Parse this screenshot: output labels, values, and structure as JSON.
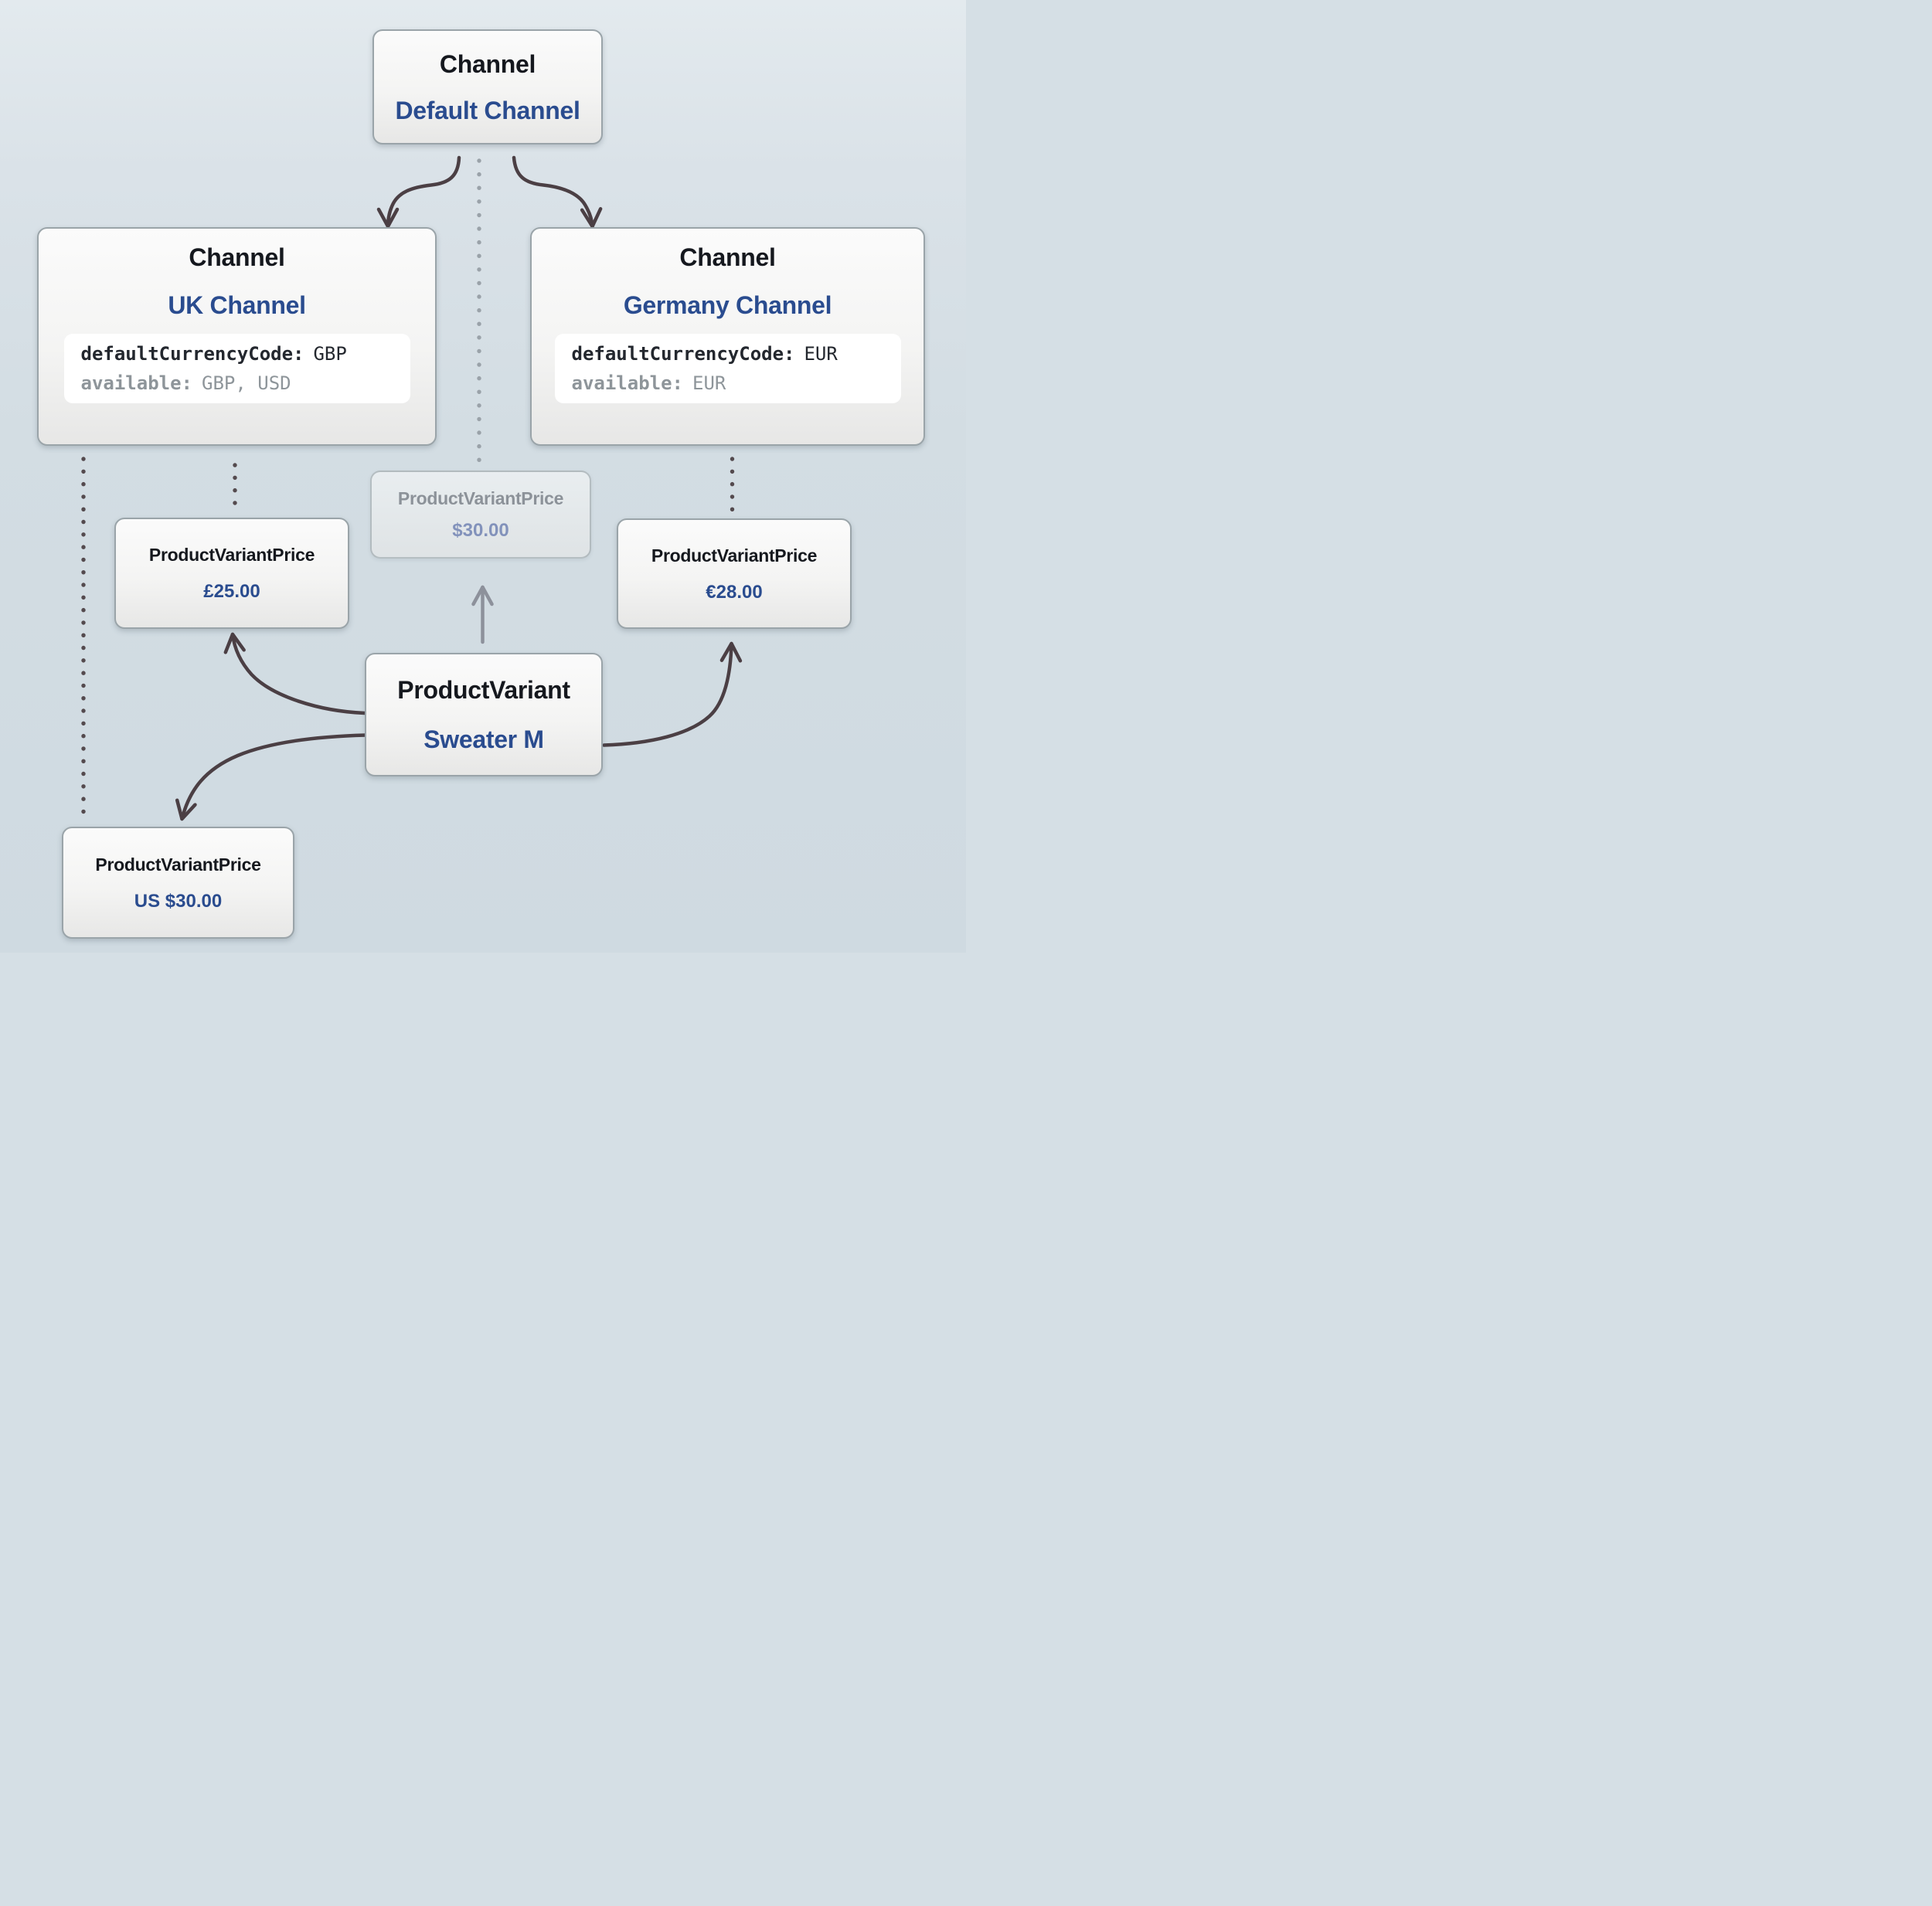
{
  "nodes": {
    "default_channel": {
      "type_label": "Channel",
      "name": "Default Channel"
    },
    "uk_channel": {
      "type_label": "Channel",
      "name": "UK Channel",
      "props": {
        "primary_key": "defaultCurrencyCode:",
        "primary_value": "GBP",
        "secondary_key": "available:",
        "secondary_value": "GBP, USD"
      }
    },
    "germany_channel": {
      "type_label": "Channel",
      "name": "Germany Channel",
      "props": {
        "primary_key": "defaultCurrencyCode:",
        "primary_value": "EUR",
        "secondary_key": "available:",
        "secondary_value": "EUR"
      }
    },
    "default_price": {
      "type_label": "ProductVariantPrice",
      "value": "$30.00"
    },
    "uk_price": {
      "type_label": "ProductVariantPrice",
      "value": "£25.00"
    },
    "germany_price": {
      "type_label": "ProductVariantPrice",
      "value": "€28.00"
    },
    "product_variant": {
      "type_label": "ProductVariant",
      "name": "Sweater M"
    },
    "us_price": {
      "type_label": "ProductVariantPrice",
      "value": "US $30.00"
    }
  },
  "colors": {
    "entity_blue": "#2a4c8f",
    "heading_dark": "#15181e",
    "arrow_dark": "#4b3f44",
    "arrow_muted": "#8d919b",
    "dot_dark": "#544a4e",
    "dot_muted": "#9aa2a9",
    "code_dark": "#23272e",
    "code_muted": "#8e959a",
    "faded_title": "#8c9299",
    "faded_value": "#8292bb",
    "box_border": "#9aa4a9"
  }
}
